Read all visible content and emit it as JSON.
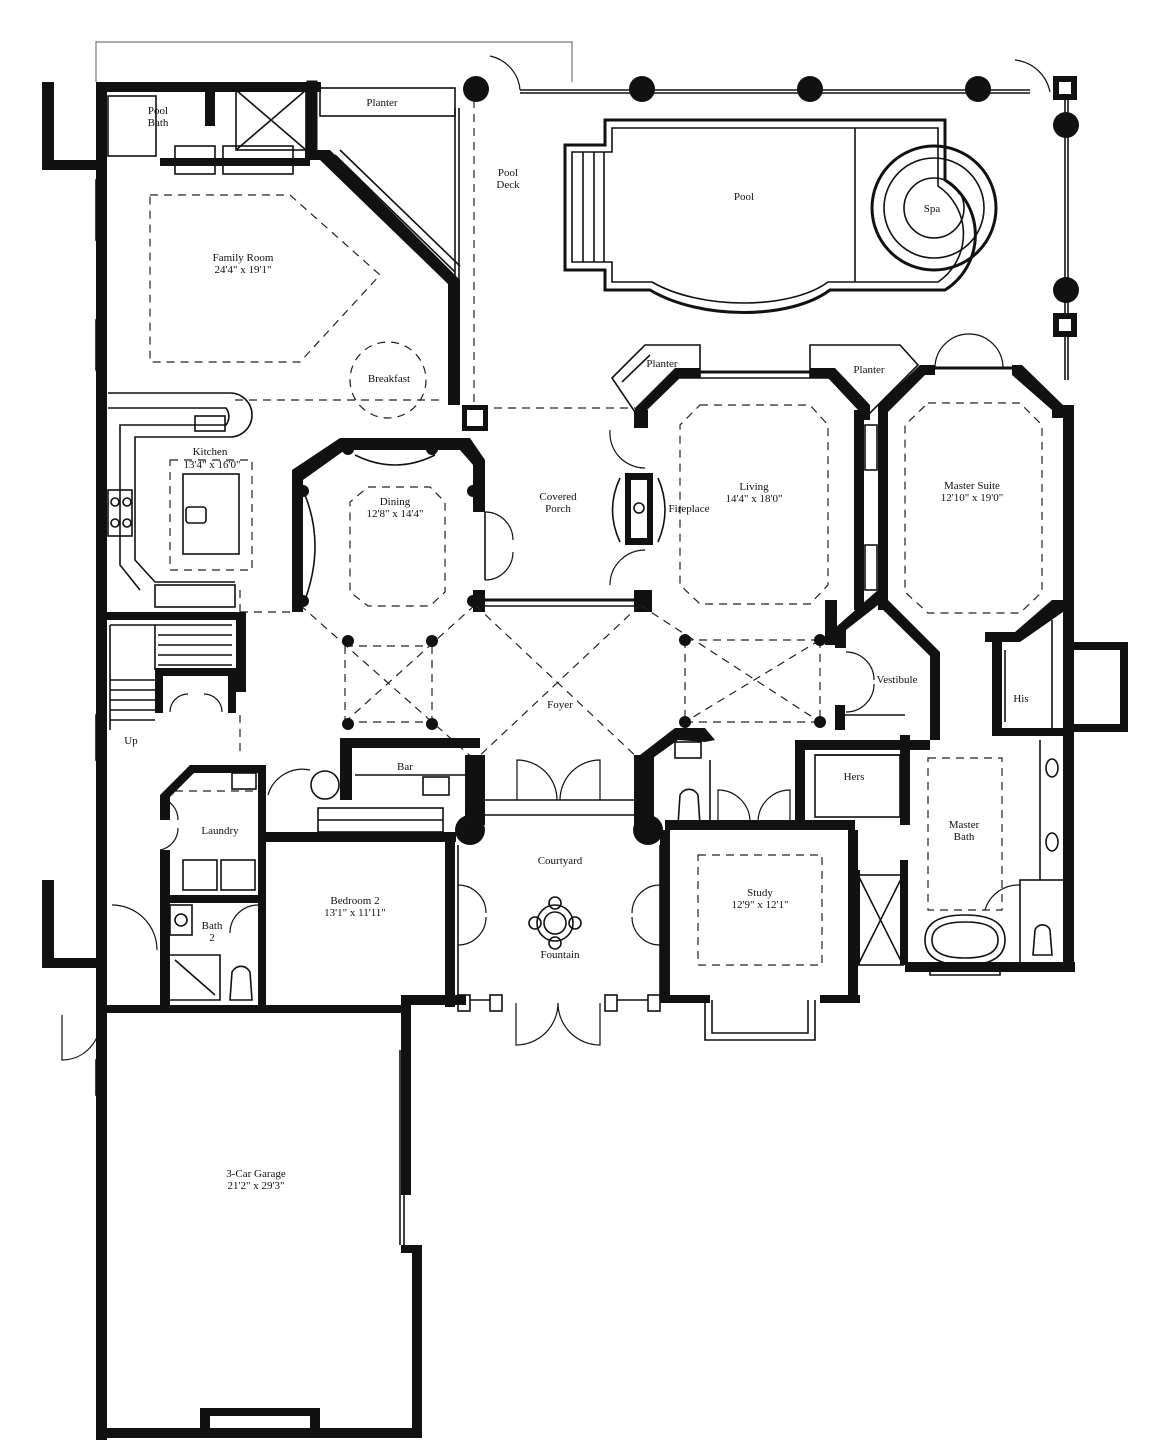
{
  "rooms": {
    "pool_bath": [
      "Pool",
      "Bath"
    ],
    "planter_top": "Planter",
    "pool_deck": [
      "Pool",
      "Deck"
    ],
    "pool": "Pool",
    "spa": "Spa",
    "family_room": [
      "Family Room",
      "24'4\" x 19'1\""
    ],
    "breakfast": "Breakfast",
    "kitchen": [
      "Kitchen",
      "13'4\" x 16'0\""
    ],
    "dining": [
      "Dining",
      "12'8\" x 14'4\""
    ],
    "covered_porch": [
      "Covered",
      "Porch"
    ],
    "fireplace": "Fireplace",
    "planter_left": "Planter",
    "planter_right": "Planter",
    "living": [
      "Living",
      "14'4\" x 18'0\""
    ],
    "master_suite": [
      "Master Suite",
      "12'10\" x 19'0\""
    ],
    "vestibule": "Vestibule",
    "his": "His",
    "foyer": "Foyer",
    "up": "Up",
    "bar": "Bar",
    "hers": "Hers",
    "laundry": "Laundry",
    "master_bath": [
      "Master",
      "Bath"
    ],
    "courtyard": "Courtyard",
    "fountain": "Fountain",
    "bedroom2": [
      "Bedroom 2",
      "13'1\" x 11'11\""
    ],
    "study": [
      "Study",
      "12'9\" x 12'1\""
    ],
    "bath2": [
      "Bath",
      "2"
    ],
    "garage": [
      "3-Car Garage",
      "21'2\" x 29'3\""
    ]
  }
}
